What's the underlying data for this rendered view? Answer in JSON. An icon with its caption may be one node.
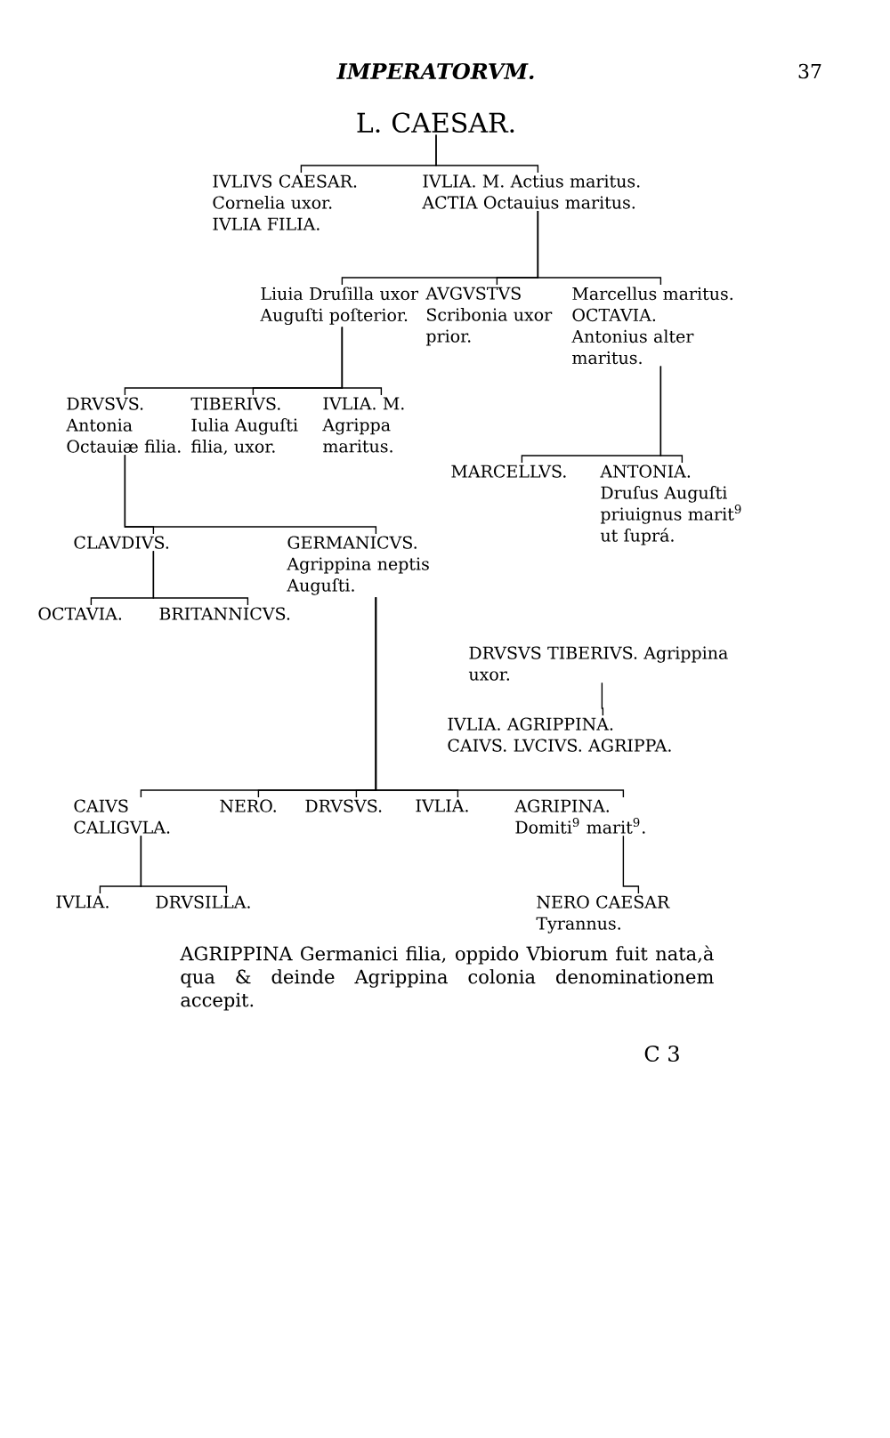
{
  "diagram": {
    "nodes": [
      {
        "text": [
          "L. CAESAR."
        ]
      },
      {
        "text": [
          "IVLIVS CAESAR. Cornelia uxor.",
          "IVLIA FILIA."
        ]
      },
      {
        "text": [
          "IVLIA. M. Actius maritus.",
          "ACTIA Octauius maritus."
        ]
      },
      {
        "text": [
          "Liuia Druſilla uxor Auguſti poſterior."
        ]
      },
      {
        "text": [
          "AVGVSTVS Scribonia uxor prior."
        ]
      },
      {
        "text": [
          "Marcellus maritus.",
          "OCTAVIA.",
          "Antonius alter maritus."
        ]
      },
      {
        "text": [
          "DRVSVS. Antonia Octauiæ filia."
        ]
      },
      {
        "text": [
          "TIBERIVS. Iulia Auguſti filia, uxor."
        ]
      },
      {
        "text": [
          "IVLIA. M. Agrippa maritus."
        ]
      },
      {
        "text": [
          "MARCELLVS."
        ]
      },
      {
        "text": [
          "ANTONIA.",
          "Druſus Auguſti priuignus marit$^{9}$ ut ſuprá."
        ]
      },
      {
        "text": [
          "CLAVDIVS."
        ]
      },
      {
        "text": [
          "GERMANICVS. Agrippina neptis Auguſti."
        ]
      },
      {
        "text": [
          "OCTAVIA."
        ]
      },
      {
        "text": [
          "BRITANNICVS."
        ]
      },
      {
        "text": [
          "DRVSVS TIBERIVS. Agrippina uxor."
        ]
      },
      {
        "text": [
          "IVLIA. AGRIPPINA.",
          "CAIVS. LVCIVS. AGRIPPA."
        ]
      },
      {
        "text": [
          "CAIVS CALIGVLA."
        ]
      },
      {
        "text": [
          "NERO."
        ]
      },
      {
        "text": [
          "DRVSVS."
        ]
      },
      {
        "text": [
          "IVLIA."
        ]
      },
      {
        "text": [
          "AGRIPINA.",
          "Domiti$^{9}$ marit$^{9}$."
        ]
      },
      {
        "text": [
          "IVLIA."
        ]
      },
      {
        "text": [
          "DRVSILLA."
        ]
      },
      {
        "text": [
          "NERO CAESAR",
          "Tyrannus."
        ]
      }
    ],
    "edges": [
      {
        "from": 0,
        "to": 1,
        "arrow": "none"
      },
      {
        "from": 0,
        "to": 2,
        "arrow": "none"
      },
      {
        "from": 2,
        "to": 3,
        "arrow": "none"
      },
      {
        "from": 2,
        "to": 4,
        "arrow": "none"
      },
      {
        "from": 2,
        "to": 5,
        "arrow": "none"
      },
      {
        "from": 3,
        "to": 6,
        "arrow": "none"
      },
      {
        "from": 3,
        "to": 7,
        "arrow": "none"
      },
      {
        "from": 3,
        "to": 8,
        "arrow": "none"
      },
      {
        "from": 5,
        "to": 9,
        "arrow": "none"
      },
      {
        "from": 5,
        "to": 10,
        "arrow": "none"
      },
      {
        "from": 6,
        "to": 11,
        "arrow": "none"
      },
      {
        "from": 6,
        "to": 12,
        "arrow": "none"
      },
      {
        "from": 11,
        "to": 13,
        "arrow": "none"
      },
      {
        "from": 11,
        "to": 14,
        "arrow": "none"
      },
      {
        "from": 15,
        "to": 16,
        "arrow": "none"
      },
      {
        "from": 12,
        "to": 17,
        "arrow": "none"
      },
      {
        "from": 12,
        "to": 18,
        "arrow": "none"
      },
      {
        "from": 12,
        "to": 19,
        "arrow": "none"
      },
      {
        "from": 12,
        "to": 20,
        "arrow": "none"
      },
      {
        "from": 12,
        "to": 21,
        "arrow": "none"
      },
      {
        "from": 17,
        "to": 22,
        "arrow": "none"
      },
      {
        "from": 17,
        "to": 23,
        "arrow": "none"
      },
      {
        "from": 21,
        "to": 24,
        "arrow": "none"
      }
    ],
    "caption": "AGRIPPINA Germanici filia, oppido Vbiorum fuit nata,à qua & deinde Agrippina colonia denominationem accepit.",
    "labels": [
      "IMPERATORVM.",
      "37",
      "C 3"
    ]
  }
}
